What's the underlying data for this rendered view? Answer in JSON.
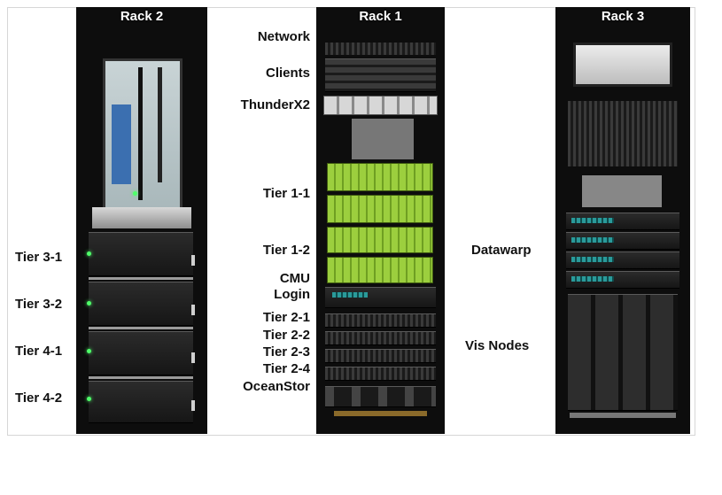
{
  "racks": {
    "rack2": {
      "title": "Rack 2",
      "labels": [
        "Tier 3-1",
        "Tier 3-2",
        "Tier 4-1",
        "Tier 4-2"
      ]
    },
    "rack1": {
      "title": "Rack 1",
      "labels": [
        "Network",
        "Clients",
        "ThunderX2",
        "Tier 1-1",
        "Tier 1-2",
        "CMU",
        "Login",
        "Tier 2-1",
        "Tier 2-2",
        "Tier 2-3",
        "Tier 2-4",
        "OceanStor"
      ]
    },
    "rack3": {
      "title": "Rack 3",
      "labels": [
        "Datawarp",
        "Vis Nodes"
      ]
    }
  },
  "colors": {
    "rack_body": "#0d0d0d",
    "green_bay": "#9ccf3e",
    "led": "#4fff6a",
    "teal_panel": "#2a9a9a"
  }
}
